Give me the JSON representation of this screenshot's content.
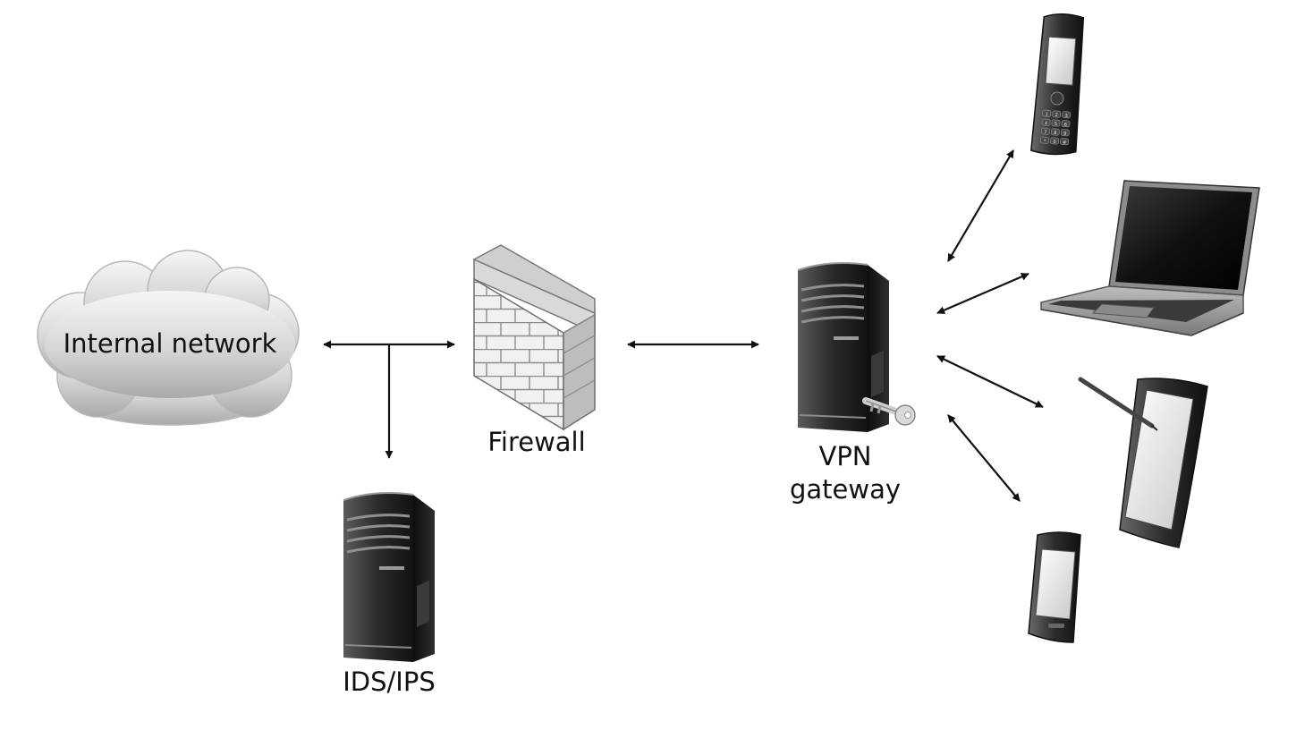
{
  "labels": {
    "internal_network": "Internal network",
    "firewall": "Firewall",
    "ids_ips": "IDS/IPS",
    "vpn_line1": "VPN",
    "vpn_line2": "gateway"
  },
  "icons": {
    "cloud": "cloud-icon",
    "firewall": "brick-wall-icon",
    "ids_server": "server-tower-icon",
    "vpn_server": "server-tower-icon",
    "key": "key-icon",
    "phone": "cordless-phone-icon",
    "laptop": "laptop-icon",
    "tablet": "tablet-stylus-icon",
    "smartphone": "smartphone-icon"
  },
  "colors": {
    "arrow": "#111111",
    "cloud": "#d4d4d4",
    "brick": "#efefef",
    "server": "#1e1e1e"
  },
  "phone_keys": [
    "1",
    "2",
    "3",
    "4",
    "5",
    "6",
    "7",
    "8",
    "9",
    "*",
    "0",
    "#"
  ]
}
